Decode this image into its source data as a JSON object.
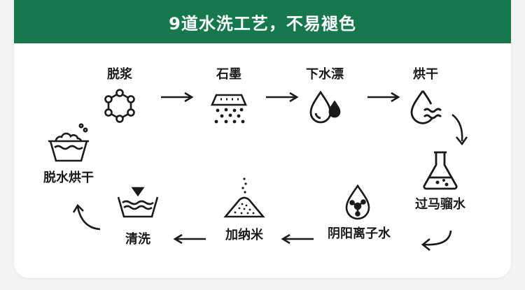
{
  "header": {
    "title": "9道水洗工艺，不易褪色"
  },
  "steps": [
    {
      "label": "脱浆",
      "icon": "hexagon-molecule-icon"
    },
    {
      "label": "石墨",
      "icon": "graphite-layer-icon"
    },
    {
      "label": "下水漂",
      "icon": "water-drops-icon"
    },
    {
      "label": "烘干",
      "icon": "drop-waves-icon"
    },
    {
      "label": "过马骝水",
      "icon": "flask-icon"
    },
    {
      "label": "阴阳离子水",
      "icon": "ion-drop-icon"
    },
    {
      "label": "加纳米",
      "icon": "nano-pile-icon"
    },
    {
      "label": "清洗",
      "icon": "wash-basin-icon"
    },
    {
      "label": "脱水烘干",
      "icon": "foam-basin-icon"
    }
  ],
  "colors": {
    "accent": "#16794e",
    "icon": "#1a1a1a",
    "background": "#ffffff"
  }
}
